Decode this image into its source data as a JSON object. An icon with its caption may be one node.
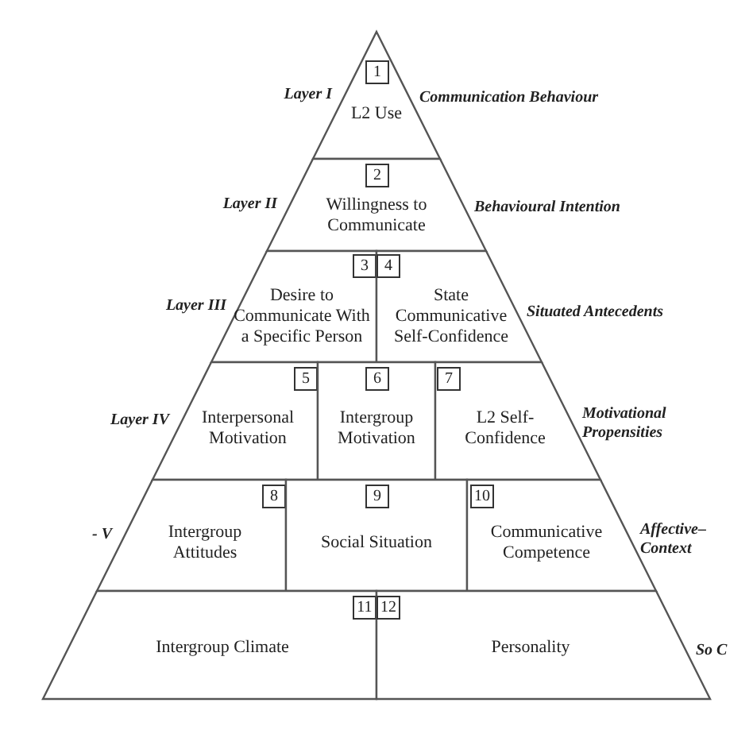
{
  "diagram": {
    "nodes": [
      {
        "text": [
          "L2 Use"
        ]
      },
      {
        "text": [
          "1"
        ],
        "in": 0
      },
      {
        "text": [
          "Willingness to Communicate"
        ]
      },
      {
        "text": [
          "2"
        ],
        "in": 2
      },
      {
        "text": [
          "Desire to Communicate With a Specific Person"
        ]
      },
      {
        "text": [
          "3"
        ],
        "in": 4
      },
      {
        "text": [
          "State Communicative Self-Confidence"
        ]
      },
      {
        "text": [
          "4"
        ],
        "in": 6
      },
      {
        "text": [
          "Interpersonal Motivation"
        ]
      },
      {
        "text": [
          "5"
        ],
        "in": 8
      },
      {
        "text": [
          "Intergroup Motivation"
        ]
      },
      {
        "text": [
          "6"
        ],
        "in": 10
      },
      {
        "text": [
          "L2 Self-Confidence"
        ]
      },
      {
        "text": [
          "7"
        ],
        "in": 12
      },
      {
        "text": [
          "Intergroup Attitudes"
        ]
      },
      {
        "text": [
          "8"
        ],
        "in": 14
      },
      {
        "text": [
          "Social Situation"
        ]
      },
      {
        "text": [
          "9"
        ],
        "in": 16
      },
      {
        "text": [
          "Communicative Competence"
        ]
      },
      {
        "text": [
          "10"
        ],
        "in": 18
      },
      {
        "text": [
          "Intergroup Climate"
        ]
      },
      {
        "text": [
          "11"
        ],
        "in": 20
      },
      {
        "text": [
          "Personality"
        ]
      },
      {
        "text": [
          "12"
        ],
        "in": 22
      }
    ],
    "edges": [],
    "labels": [
      "Layer I",
      "Communication Behaviour",
      "Layer II",
      "Behavioural Intention",
      "Layer III",
      "Situated Antecedents",
      "Layer IV",
      "Motivational Propensities",
      "- V",
      "Affective– Context",
      "So C"
    ]
  }
}
